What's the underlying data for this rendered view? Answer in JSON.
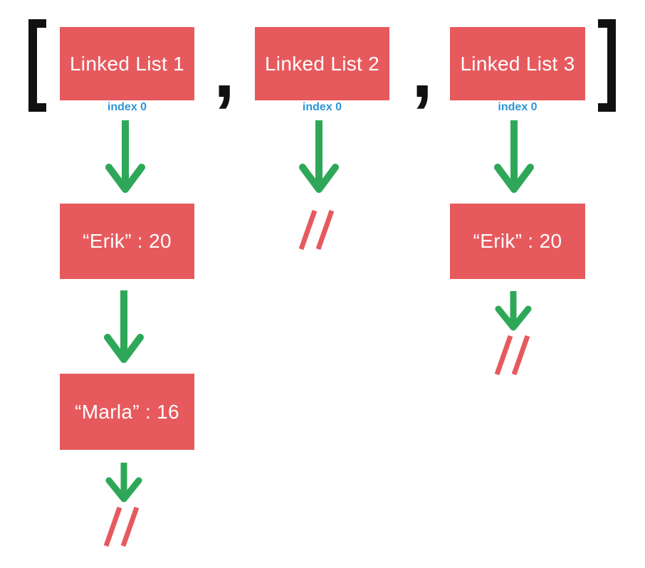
{
  "diagram": {
    "description": "Array of three linked lists",
    "open_bracket": "[",
    "close_bracket": "]",
    "comma": ",",
    "colors": {
      "node_red": "#E65A5E",
      "arrow_green": "#2EA858",
      "index_blue": "#2D96D5",
      "bracket_black": "#111111"
    },
    "lists": [
      {
        "title": "Linked List 1",
        "index_label": "index 0",
        "nodes": [
          "“Erik” : 20",
          "“Marla” : 16"
        ],
        "terminator": "null-slashes"
      },
      {
        "title": "Linked List 2",
        "index_label": "index 0",
        "nodes": [],
        "terminator": "null-slashes"
      },
      {
        "title": "Linked List 3",
        "index_label": "index 0",
        "nodes": [
          "“Erik” : 20"
        ],
        "terminator": "null-slashes"
      }
    ]
  }
}
